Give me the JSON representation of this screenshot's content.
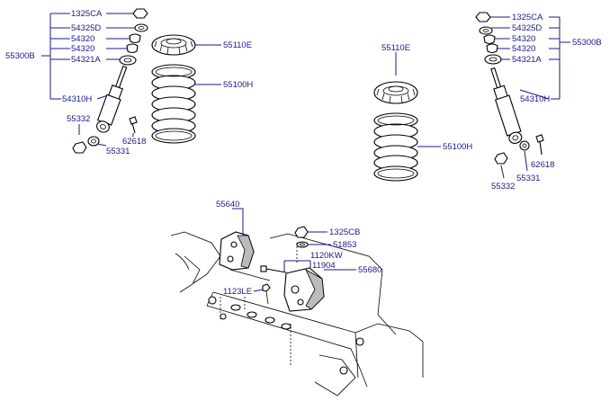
{
  "left_shock": {
    "group": "55300B",
    "nut": "1325CA",
    "washer_top": "54325D",
    "bushing_1": "54320",
    "bushing_2": "54320",
    "retainer": "54321A",
    "absorber": "54310H",
    "lower_nut": "55332",
    "lower_washer": "55331",
    "bolt": "62618"
  },
  "left_spring": {
    "seat": "55110E",
    "spring": "55100H"
  },
  "right_shock": {
    "group": "55300B",
    "nut": "1325CA",
    "washer_top": "54325D",
    "bushing_1": "54320",
    "bushing_2": "54320",
    "retainer": "54321A",
    "absorber": "54310H",
    "bolt": "62618",
    "lower_washer": "55331",
    "lower_nut": "55332"
  },
  "right_spring": {
    "seat": "55110E",
    "spring": "55100H"
  },
  "bracket": {
    "bracket_left": "55640",
    "nut": "1325CB",
    "washer": "51853",
    "bolt_1": "1120KW",
    "bolt_2": "11904",
    "bracket_right": "55680",
    "bolt_small": "1123LE"
  }
}
